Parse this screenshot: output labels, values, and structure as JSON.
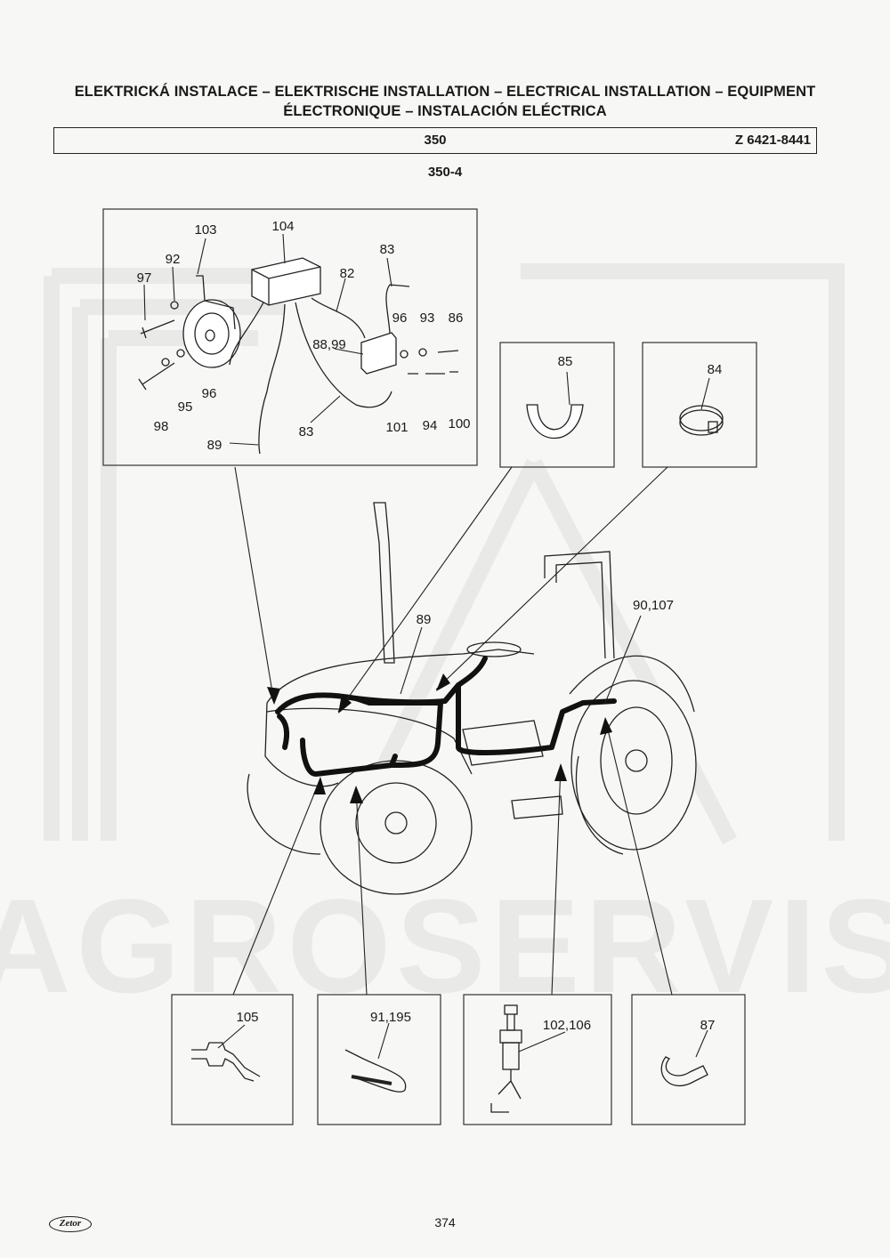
{
  "header": {
    "title_line1": "ELEKTRICKÁ INSTALACE – ELEKTRISCHE INSTALLATION – ELECTRICAL INSTALLATION – EQUIPMENT",
    "title_line2": "ÉLECTRONIQUE – INSTALACIÓN ELÉCTRICA",
    "group_number": "350",
    "part_code": "Z 6421-8441",
    "figure_number": "350-4"
  },
  "watermark": {
    "text": "AGROSERVIS"
  },
  "detail_inset": {
    "labels": [
      "103",
      "104",
      "83",
      "92",
      "82",
      "97",
      "96",
      "93",
      "86",
      "88,99",
      "96",
      "95",
      "101",
      "94",
      "100",
      "98",
      "83",
      "89"
    ]
  },
  "callouts": {
    "clip_85": "85",
    "clamp_84": "84",
    "harness_89": "89",
    "harness_90_107": "90,107",
    "sensor_105": "105",
    "strap_91_195": "91,195",
    "switch_102_106": "102,106",
    "clip_87": "87"
  },
  "footer": {
    "page_number": "374",
    "logo_text": "Zetor"
  }
}
